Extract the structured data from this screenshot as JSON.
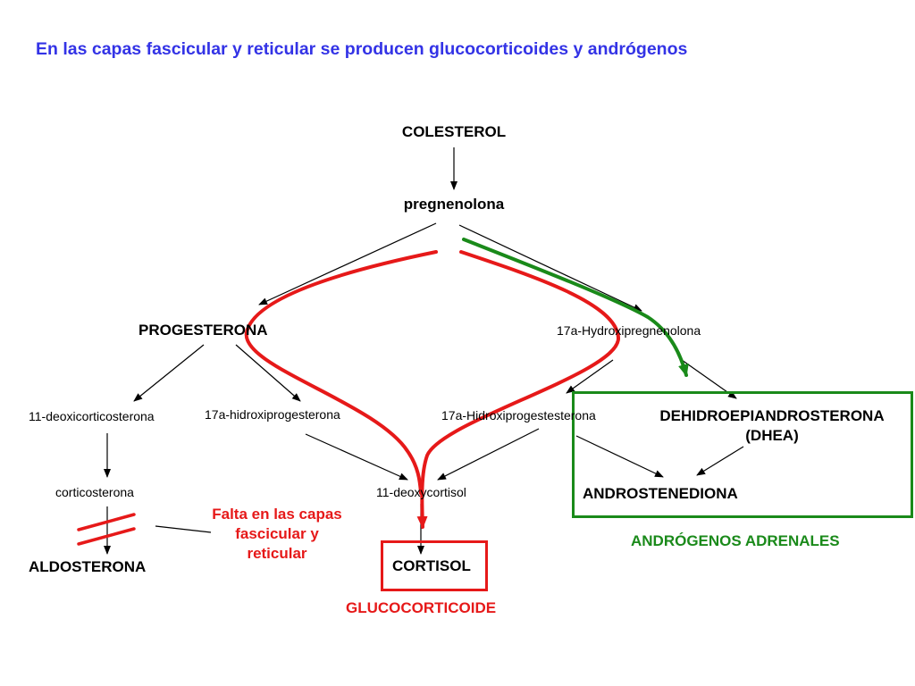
{
  "title": "En las capas fascicular y reticular se producen glucocorticoides y andrógenos",
  "nodes": {
    "colesterol": "COLESTEROL",
    "pregnenolona": "pregnenolona",
    "progesterona": "PROGESTERONA",
    "hidroxipregnenolona": "17a-Hydroxipregnenolona",
    "deoxicorticosterona": "11-deoxicorticosterona",
    "hidroxiprogesterona": "17a-hidroxiprogesterona",
    "hidroxiprogestesterona": "17a-Hidroxiprogestesterona",
    "dhea_line1": "DEHIDROEPIANDROSTERONA",
    "dhea_line2": "(DHEA)",
    "corticosterona": "corticosterona",
    "deoxycortisol": "11-deoxycortisol",
    "androstenediona": "ANDROSTENEDIONA",
    "aldosterona": "ALDOSTERONA",
    "cortisol": "CORTISOL"
  },
  "annotations": {
    "falta_line1": "Falta en las capas",
    "falta_line2": "fascicular y",
    "falta_line3": "reticular",
    "androgenos": "ANDRÓGENOS ADRENALES",
    "glucocorticoide": "GLUCOCORTICOIDE"
  },
  "colors": {
    "title": "#3333e6",
    "red_path": "#e61919",
    "green_path": "#1a8a1a",
    "arrow": "#000000"
  }
}
